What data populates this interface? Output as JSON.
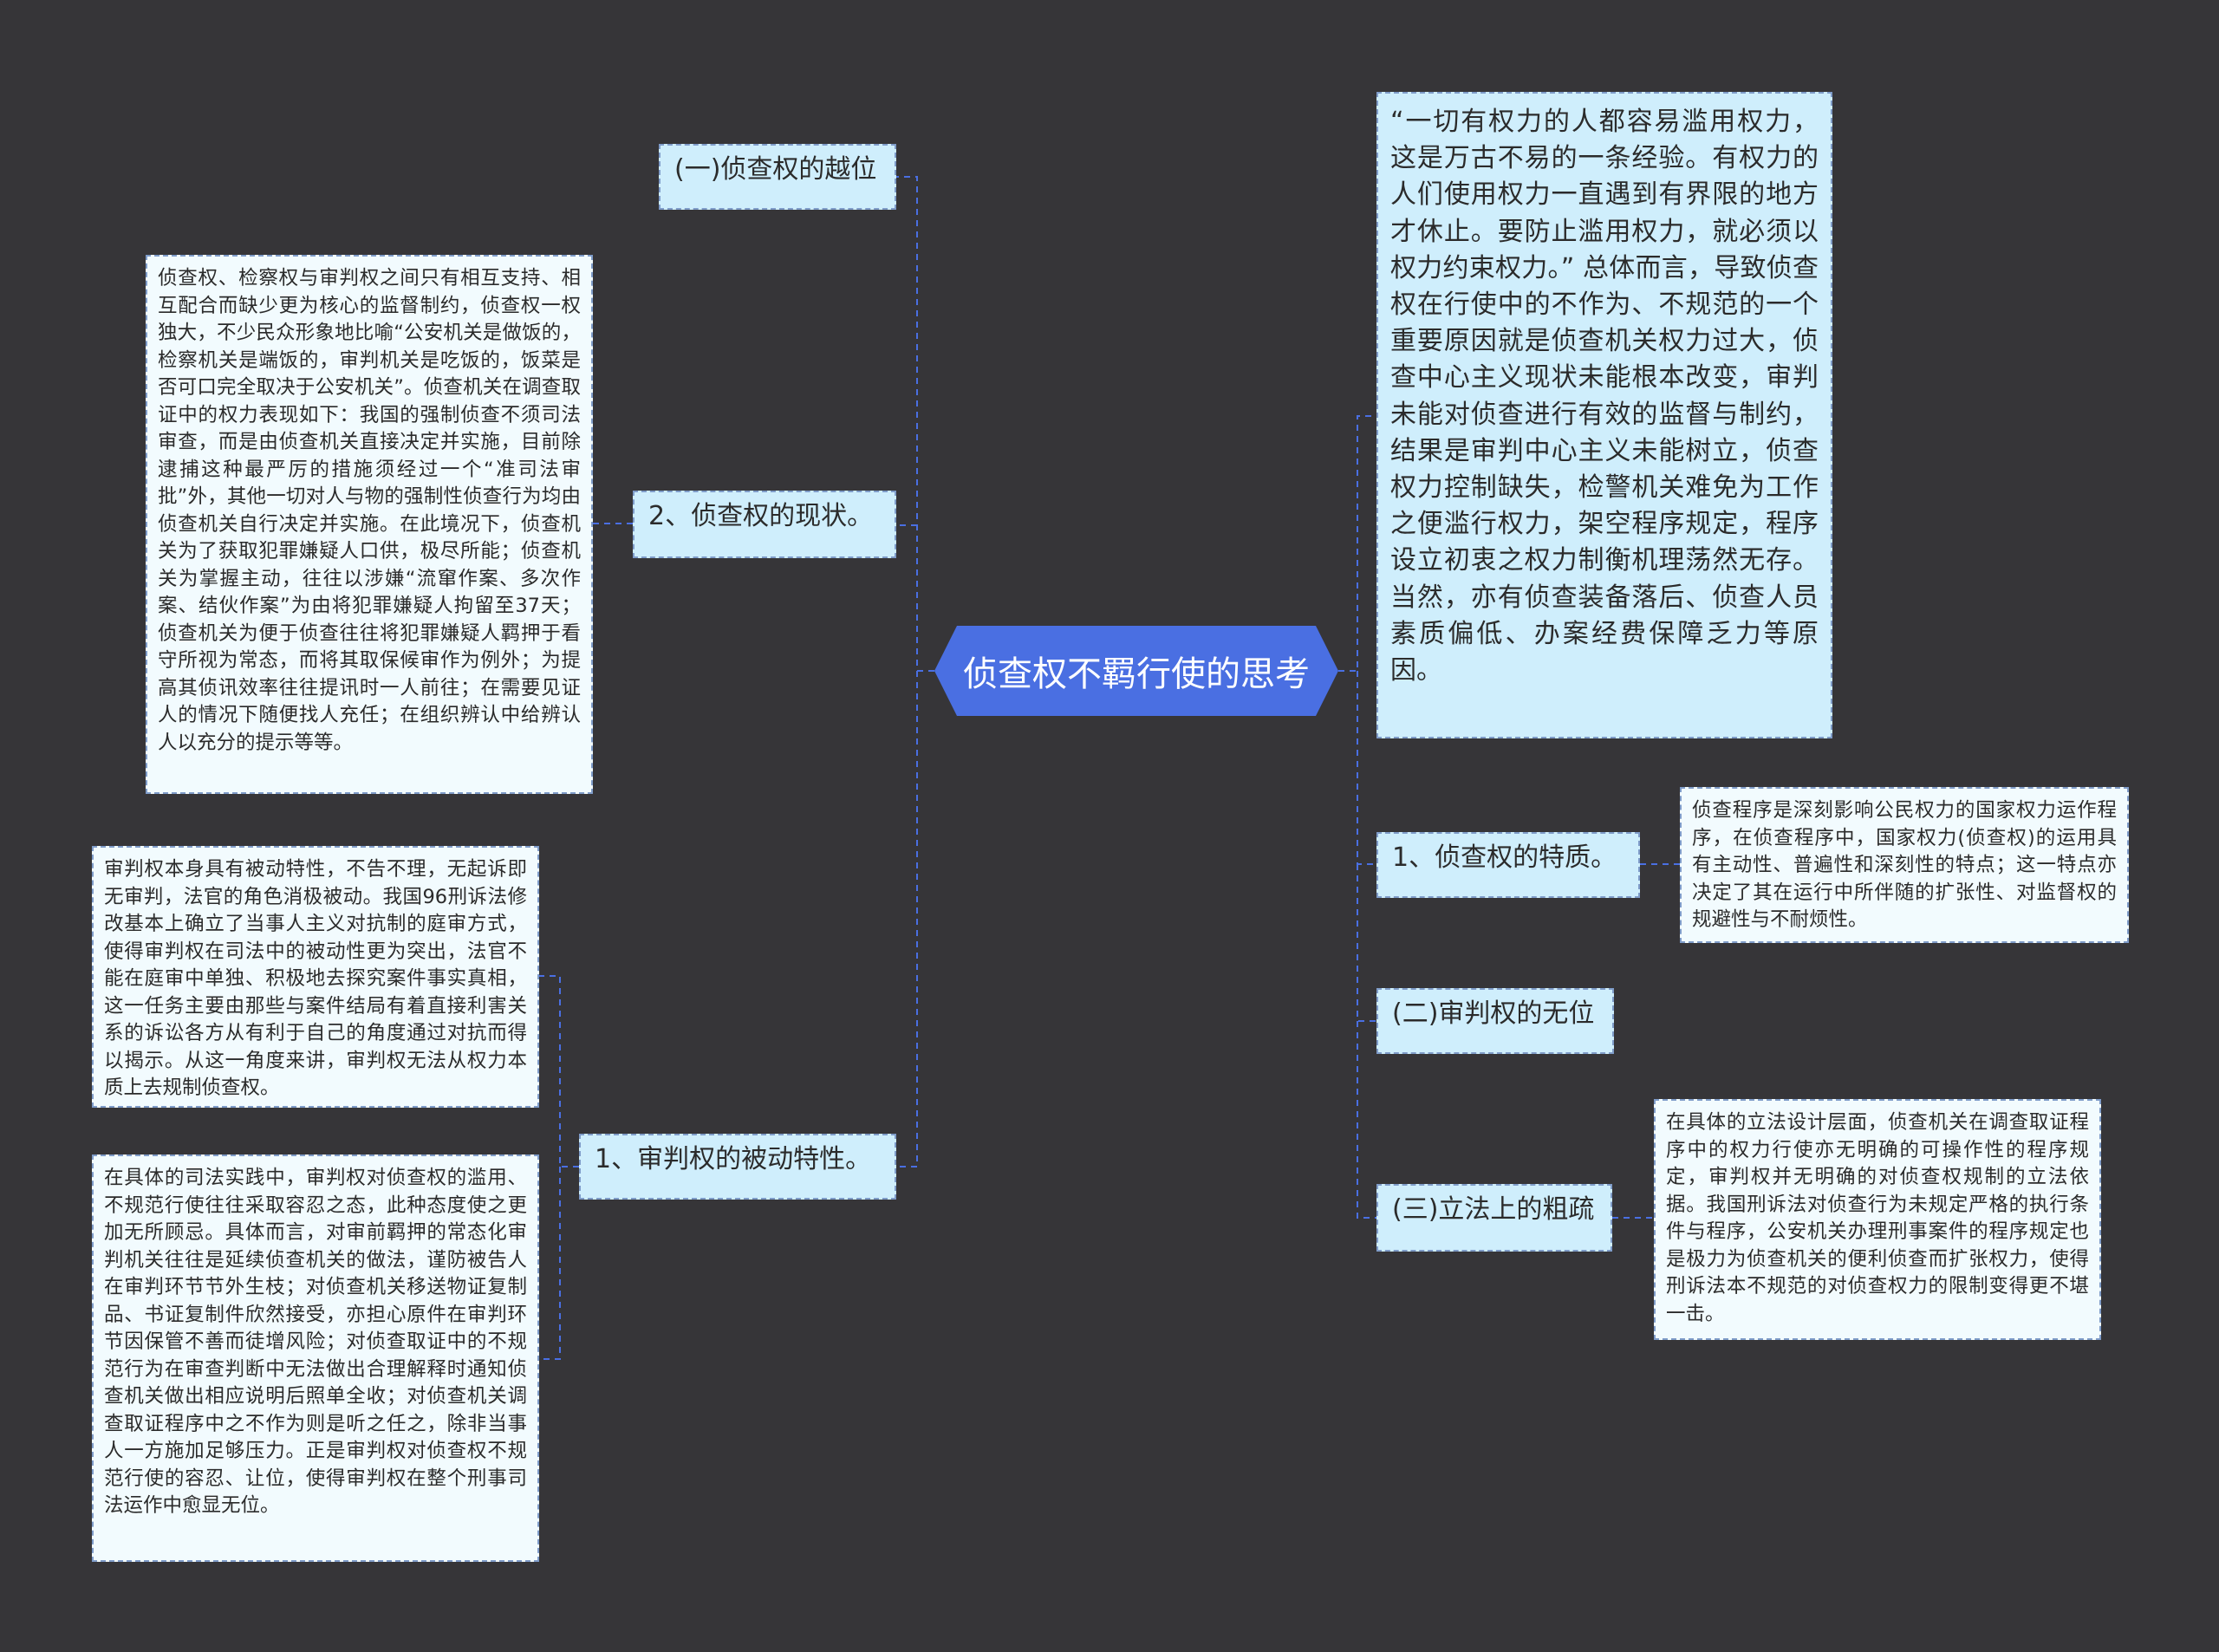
{
  "root": {
    "title": "侦查权不羁行使的思考"
  },
  "left": {
    "encroach": {
      "label": "(一)侦查权的越位"
    },
    "status": {
      "label": "2、侦查权的现状。",
      "note": "侦查权、检察权与审判权之间只有相互支持、相互配合而缺少更为核心的监督制约，侦查权一权独大，不少民众形象地比喻“公安机关是做饭的，检察机关是端饭的，审判机关是吃饭的，饭菜是否可口完全取决于公安机关”。侦查机关在调查取证中的权力表现如下：我国的强制侦查不须司法审查，而是由侦查机关直接决定并实施，目前除逮捕这种最严厉的措施须经过一个“准司法审批”外，其他一切对人与物的强制性侦查行为均由侦查机关自行决定并实施。在此境况下，侦查机关为了获取犯罪嫌疑人口供，极尽所能；侦查机关为掌握主动，往往以涉嫌“流窜作案、多次作案、结伙作案”为由将犯罪嫌疑人拘留至37天；侦查机关为便于侦查往往将犯罪嫌疑人羁押于看守所视为常态，而将其取保候审作为例外；为提高其侦讯效率往往提讯时一人前往；在需要见证人的情况下随便找人充任；在组织辨认中给辨认人以充分的提示等等。"
    },
    "passive": {
      "label": "1、审判权的被动特性。",
      "note1": "审判权本身具有被动特性，不告不理，无起诉即无审判，法官的角色消极被动。我国96刑诉法修改基本上确立了当事人主义对抗制的庭审方式，使得审判权在司法中的被动性更为突出，法官不能在庭审中单独、积极地去探究案件事实真相，这一任务主要由那些与案件结局有着直接利害关系的诉讼各方从有利于自己的角度通过对抗而得以揭示。从这一角度来讲，审判权无法从权力本质上去规制侦查权。",
      "note2": "在具体的司法实践中，审判权对侦查权的滥用、不规范行使往往采取容忍之态，此种态度使之更加无所顾忌。具体而言，对审前羁押的常态化审判机关往往是延续侦查机关的做法，谨防被告人在审判环节节外生枝；对侦查机关移送物证复制品、书证复制件欣然接受，亦担心原件在审判环节因保管不善而徒增风险；对侦查取证中的不规范行为在审查判断中无法做出合理解释时通知侦查机关做出相应说明后照单全收；对侦查机关调查取证程序中之不作为则是听之任之，除非当事人一方施加足够压力。正是审判权对侦查权不规范行使的容忍、让位，使得审判权在整个刑事司法运作中愈显无位。"
    }
  },
  "right": {
    "quote": {
      "note": "“一切有权力的人都容易滥用权力，这是万古不易的一条经验。有权力的人们使用权力一直遇到有界限的地方才休止。要防止滥用权力，就必须以权力约束权力。” 总体而言，导致侦查权在行使中的不作为、不规范的一个重要原因就是侦查机关权力过大，侦查中心主义现状未能根本改变，审判未能对侦查进行有效的监督与制约，结果是审判中心主义未能树立，侦查权力控制缺失，检警机关难免为工作之便滥行权力，架空程序规定，程序设立初衷之权力制衡机理荡然无存。当然，亦有侦查装备落后、侦查人员素质偏低、办案经费保障乏力等原因。"
    },
    "traits": {
      "label": "1、侦查权的特质。",
      "note": "侦查程序是深刻影响公民权力的国家权力运作程序，在侦查程序中，国家权力(侦查权)的运用具有主动性、普遍性和深刻性的特点；这一特点亦决定了其在运行中所伴随的扩张性、对监督权的规避性与不耐烦性。"
    },
    "absence": {
      "label": "(二)审判权的无位"
    },
    "rough": {
      "label": "(三)立法上的粗疏",
      "note": "在具体的立法设计层面，侦查机关在调查取证程序中的权力行使亦无明确的可操作性的程序规定，审判权并无明确的对侦查权规制的立法依据。我国刑诉法对侦查行为未规定严格的执行条件与程序，公安机关办理刑事案件的程序规定也是极力为侦查机关的便利侦查而扩张权力，使得刑诉法本不规范的对侦查权力的限制变得更不堪一击。"
    }
  },
  "colors": {
    "background": "#363538",
    "root_fill": "#4a6fe2",
    "branch_fill": "#cfeefc",
    "note_fill": "#f2fbfe",
    "connector": "#4a6fe2"
  }
}
